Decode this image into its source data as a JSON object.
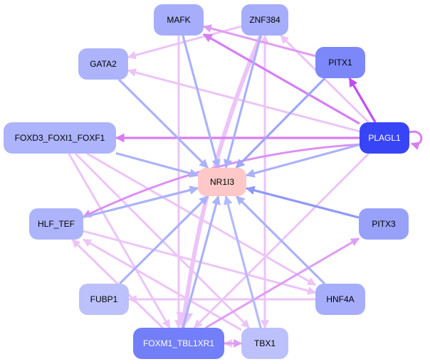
{
  "diagram": {
    "type": "directed-network",
    "center_node": "NR1I3",
    "nodes": [
      {
        "id": "MAFK",
        "label": "MAFK",
        "fill": "#a6aefb",
        "text": "#000000"
      },
      {
        "id": "ZNF384",
        "label": "ZNF384",
        "fill": "#a6aefb",
        "text": "#000000"
      },
      {
        "id": "GATA2",
        "label": "GATA2",
        "fill": "#adb4fb",
        "text": "#000000"
      },
      {
        "id": "PITX1",
        "label": "PITX1",
        "fill": "#7c88fa",
        "text": "#000000"
      },
      {
        "id": "FOXD3_FOXI1_FOXF1",
        "label": "FOXD3_FOXI1_FOXF1",
        "fill": "#adb4fb",
        "text": "#000000"
      },
      {
        "id": "PLAGL1",
        "label": "PLAGL1",
        "fill": "#3845f6",
        "text": "#ffffff"
      },
      {
        "id": "NR1I3",
        "label": "NR1I3",
        "fill": "#ffc8c8",
        "text": "#000000"
      },
      {
        "id": "HLF_TEF",
        "label": "HLF_TEF",
        "fill": "#adb4fb",
        "text": "#000000"
      },
      {
        "id": "PITX3",
        "label": "PITX3",
        "fill": "#98a1fa",
        "text": "#000000"
      },
      {
        "id": "FUBP1",
        "label": "FUBP1",
        "fill": "#bcc1fc",
        "text": "#000000"
      },
      {
        "id": "HNF4A",
        "label": "HNF4A",
        "fill": "#a6aefb",
        "text": "#000000"
      },
      {
        "id": "FOXM1_TBL1XR1",
        "label": "FOXM1_TBL1XR1",
        "fill": "#727ff8",
        "text": "#ffffff"
      },
      {
        "id": "TBX1",
        "label": "TBX1",
        "fill": "#bcc1fc",
        "text": "#000000"
      }
    ],
    "edges": [
      {
        "from": "MAFK",
        "to": "NR1I3",
        "color": "#aab2fa",
        "kind": "blue"
      },
      {
        "from": "ZNF384",
        "to": "NR1I3",
        "color": "#aab2fa",
        "kind": "blue"
      },
      {
        "from": "GATA2",
        "to": "NR1I3",
        "color": "#aab2fa",
        "kind": "blue"
      },
      {
        "from": "PITX1",
        "to": "NR1I3",
        "color": "#9ea7fa",
        "kind": "blue"
      },
      {
        "from": "FOXD3_FOXI1_FOXF1",
        "to": "NR1I3",
        "color": "#aab2fa",
        "kind": "blue"
      },
      {
        "from": "PLAGL1",
        "to": "NR1I3",
        "color": "#aab2fa",
        "kind": "blue"
      },
      {
        "from": "HLF_TEF",
        "to": "NR1I3",
        "color": "#aab2fa",
        "kind": "blue"
      },
      {
        "from": "PITX3",
        "to": "NR1I3",
        "color": "#8f99f8",
        "kind": "blue"
      },
      {
        "from": "FUBP1",
        "to": "NR1I3",
        "color": "#aab2fa",
        "kind": "blue"
      },
      {
        "from": "HNF4A",
        "to": "NR1I3",
        "color": "#aab2fa",
        "kind": "blue"
      },
      {
        "from": "FOXM1_TBL1XR1",
        "to": "NR1I3",
        "color": "#aab2fa",
        "kind": "blue"
      },
      {
        "from": "TBX1",
        "to": "NR1I3",
        "color": "#b4bafb",
        "kind": "blue"
      },
      {
        "from": "PLAGL1",
        "to": "PITX1",
        "color": "#c24cf0",
        "kind": "strong"
      },
      {
        "from": "PLAGL1",
        "to": "FOXD3_FOXI1_FOXF1",
        "color": "#d87cf2",
        "kind": "strong"
      },
      {
        "from": "PLAGL1",
        "to": "MAFK",
        "color": "#d57ef3",
        "kind": "strong"
      },
      {
        "from": "PLAGL1",
        "to": "HLF_TEF",
        "color": "#dc8ff5",
        "kind": "medium",
        "curve": 40
      },
      {
        "from": "PLAGL1",
        "to": "PLAGL1",
        "color": "#d87cf2",
        "kind": "self"
      },
      {
        "from": "PLAGL1",
        "to": "ZNF384",
        "color": "#ecc4f8",
        "kind": "light"
      },
      {
        "from": "PLAGL1",
        "to": "GATA2",
        "color": "#ecc4f8",
        "kind": "light"
      },
      {
        "from": "PLAGL1",
        "to": "FOXM1_TBL1XR1",
        "color": "#ecc4f8",
        "kind": "light"
      },
      {
        "from": "PITX1",
        "to": "MAFK",
        "color": "#e09cf5",
        "kind": "medium"
      },
      {
        "from": "ZNF384",
        "to": "GATA2",
        "color": "#ecc4f8",
        "kind": "light"
      },
      {
        "from": "ZNF384",
        "to": "FOXM1_TBL1XR1",
        "color": "#ecc4f8",
        "kind": "heavy",
        "curve": 30
      },
      {
        "from": "ZNF384",
        "to": "TBX1",
        "color": "#ecc4f8",
        "kind": "light"
      },
      {
        "from": "MAFK",
        "to": "FOXM1_TBL1XR1",
        "color": "#ecc4f8",
        "kind": "light"
      },
      {
        "from": "TBX1",
        "to": "ZNF384",
        "color": "#ecc4f8",
        "kind": "light"
      },
      {
        "from": "FOXD3_FOXI1_FOXF1",
        "to": "FOXM1_TBL1XR1",
        "color": "#ecc4f8",
        "kind": "light"
      },
      {
        "from": "FOXD3_FOXI1_FOXF1",
        "to": "HNF4A",
        "color": "#ecc4f8",
        "kind": "light"
      },
      {
        "from": "FOXD3_FOXI1_FOXF1",
        "to": "TBX1",
        "color": "#ecc4f8",
        "kind": "light"
      },
      {
        "from": "FOXM1_TBL1XR1",
        "to": "PITX3",
        "color": "#e09cf5",
        "kind": "medium"
      },
      {
        "from": "FOXM1_TBL1XR1",
        "to": "HLF_TEF",
        "color": "#ecc4f8",
        "kind": "light"
      },
      {
        "from": "FOXM1_TBL1XR1",
        "to": "TBX1",
        "color": "#e09cf5",
        "kind": "medium"
      },
      {
        "from": "TBX1",
        "to": "FOXM1_TBL1XR1",
        "color": "#ecc4f8",
        "kind": "light"
      },
      {
        "from": "TBX1",
        "to": "HLF_TEF",
        "color": "#ecc4f8",
        "kind": "light"
      },
      {
        "from": "HLF_TEF",
        "to": "HNF4A",
        "color": "#ecc4f8",
        "kind": "light"
      },
      {
        "from": "HNF4A",
        "to": "FUBP1",
        "color": "#ecc4f8",
        "kind": "light"
      }
    ]
  }
}
